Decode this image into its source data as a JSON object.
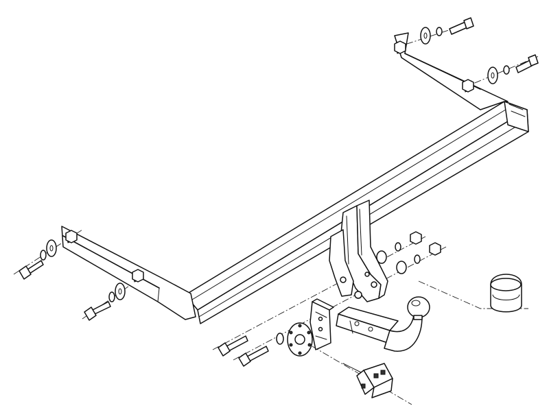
{
  "diagram": {
    "type": "exploded-assembly-line-drawing",
    "subject": "towbar",
    "line_color": "#111111",
    "background": "#ffffff",
    "parts": [
      "crossbar",
      "left-mounting-bracket",
      "right-mounting-bracket",
      "ball-neck-mount",
      "tow-ball-neck",
      "socket-plate",
      "electrical-connector",
      "ball-cover-cap",
      "bolt",
      "nut",
      "washer"
    ]
  }
}
